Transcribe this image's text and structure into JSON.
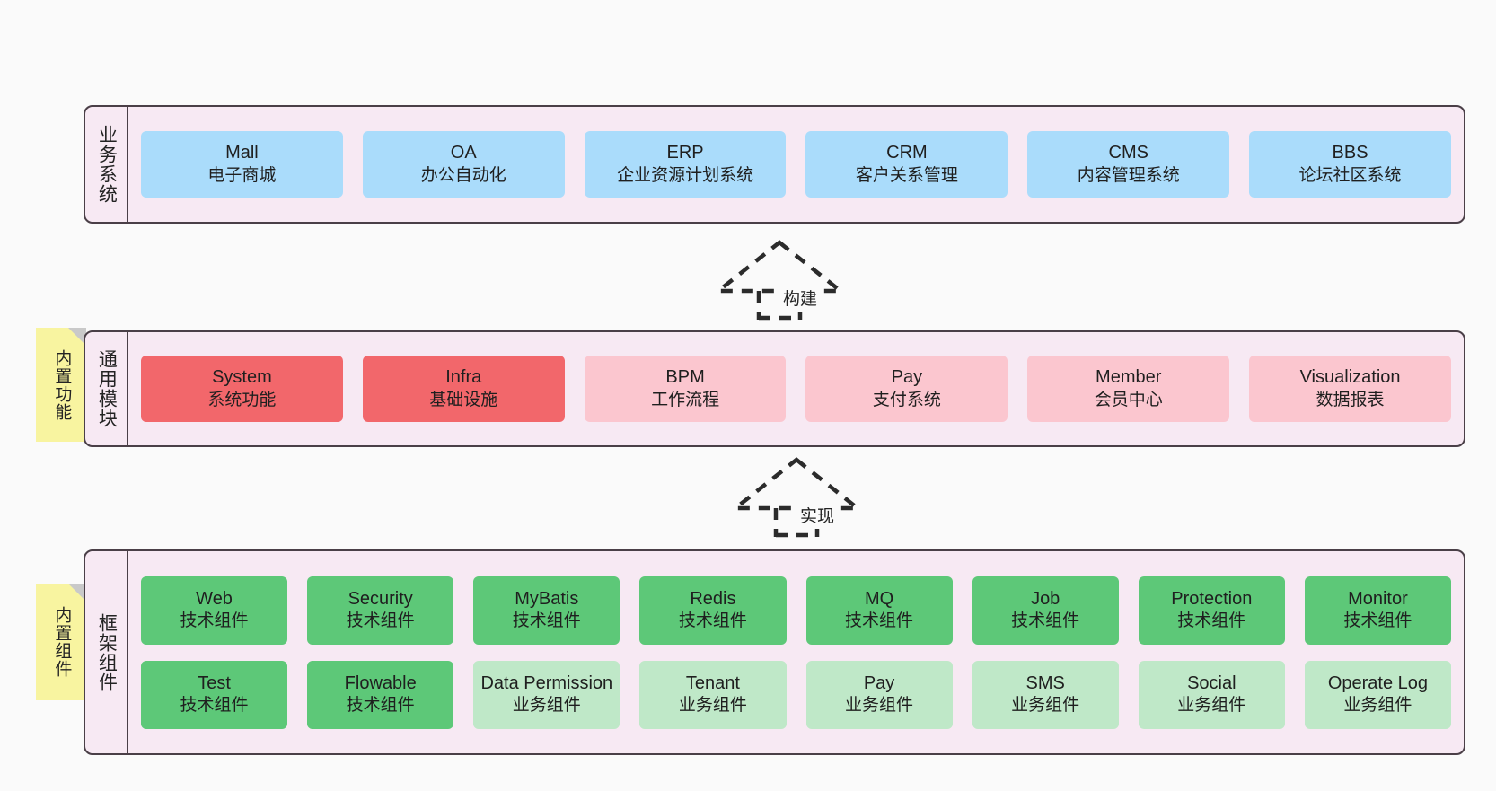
{
  "diagram": {
    "background_color": "#fafafa",
    "panel_color": "#f7e9f3",
    "panel_border_color": "#4a3f47"
  },
  "notes": [
    {
      "name": "builtin-function-note",
      "label": "内置功能",
      "color": "#f8f4a0"
    },
    {
      "name": "builtin-component-note",
      "label": "内置组件",
      "color": "#f8f4a0"
    }
  ],
  "arrows": [
    {
      "name": "build-arrow",
      "label": "构建",
      "style": "dashed-hollow-triangle"
    },
    {
      "name": "implement-arrow",
      "label": "实现",
      "style": "dashed-hollow-triangle"
    }
  ],
  "layers": [
    {
      "id": "business-system",
      "title": "业务系统",
      "rows": [
        {
          "cards": [
            {
              "name": "Mall",
              "desc": "电子商城",
              "color": "#aadcfb",
              "style": "blue"
            },
            {
              "name": "OA",
              "desc": "办公自动化",
              "color": "#aadcfb",
              "style": "blue"
            },
            {
              "name": "ERP",
              "desc": "企业资源计划系统",
              "color": "#aadcfb",
              "style": "blue"
            },
            {
              "name": "CRM",
              "desc": "客户关系管理",
              "color": "#aadcfb",
              "style": "blue"
            },
            {
              "name": "CMS",
              "desc": "内容管理系统",
              "color": "#aadcfb",
              "style": "blue"
            },
            {
              "name": "BBS",
              "desc": "论坛社区系统",
              "color": "#aadcfb",
              "style": "blue"
            }
          ]
        }
      ]
    },
    {
      "id": "common-module",
      "title": "通用模块",
      "rows": [
        {
          "cards": [
            {
              "name": "System",
              "desc": "系统功能",
              "color": "#f2676b",
              "style": "red"
            },
            {
              "name": "Infra",
              "desc": "基础设施",
              "color": "#f2676b",
              "style": "red"
            },
            {
              "name": "BPM",
              "desc": "工作流程",
              "color": "#fbc6cf",
              "style": "pink"
            },
            {
              "name": "Pay",
              "desc": "支付系统",
              "color": "#fbc6cf",
              "style": "pink"
            },
            {
              "name": "Member",
              "desc": "会员中心",
              "color": "#fbc6cf",
              "style": "pink"
            },
            {
              "name": "Visualization",
              "desc": "数据报表",
              "color": "#fbc6cf",
              "style": "pink"
            }
          ]
        }
      ]
    },
    {
      "id": "framework-component",
      "title": "框架组件",
      "rows": [
        {
          "cards": [
            {
              "name": "Web",
              "desc": "技术组件",
              "color": "#5dc878",
              "style": "green"
            },
            {
              "name": "Security",
              "desc": "技术组件",
              "color": "#5dc878",
              "style": "green"
            },
            {
              "name": "MyBatis",
              "desc": "技术组件",
              "color": "#5dc878",
              "style": "green"
            },
            {
              "name": "Redis",
              "desc": "技术组件",
              "color": "#5dc878",
              "style": "green"
            },
            {
              "name": "MQ",
              "desc": "技术组件",
              "color": "#5dc878",
              "style": "green"
            },
            {
              "name": "Job",
              "desc": "技术组件",
              "color": "#5dc878",
              "style": "green"
            },
            {
              "name": "Protection",
              "desc": "技术组件",
              "color": "#5dc878",
              "style": "green"
            },
            {
              "name": "Monitor",
              "desc": "技术组件",
              "color": "#5dc878",
              "style": "green"
            }
          ]
        },
        {
          "cards": [
            {
              "name": "Test",
              "desc": "技术组件",
              "color": "#5dc878",
              "style": "green"
            },
            {
              "name": "Flowable",
              "desc": "技术组件",
              "color": "#5dc878",
              "style": "green"
            },
            {
              "name": "Data Permission",
              "desc": "业务组件",
              "color": "#bfe8c8",
              "style": "mint"
            },
            {
              "name": "Tenant",
              "desc": "业务组件",
              "color": "#bfe8c8",
              "style": "mint"
            },
            {
              "name": "Pay",
              "desc": "业务组件",
              "color": "#bfe8c8",
              "style": "mint"
            },
            {
              "name": "SMS",
              "desc": "业务组件",
              "color": "#bfe8c8",
              "style": "mint"
            },
            {
              "name": "Social",
              "desc": "业务组件",
              "color": "#bfe8c8",
              "style": "mint"
            },
            {
              "name": "Operate Log",
              "desc": "业务组件",
              "color": "#bfe8c8",
              "style": "mint"
            }
          ]
        }
      ]
    }
  ]
}
